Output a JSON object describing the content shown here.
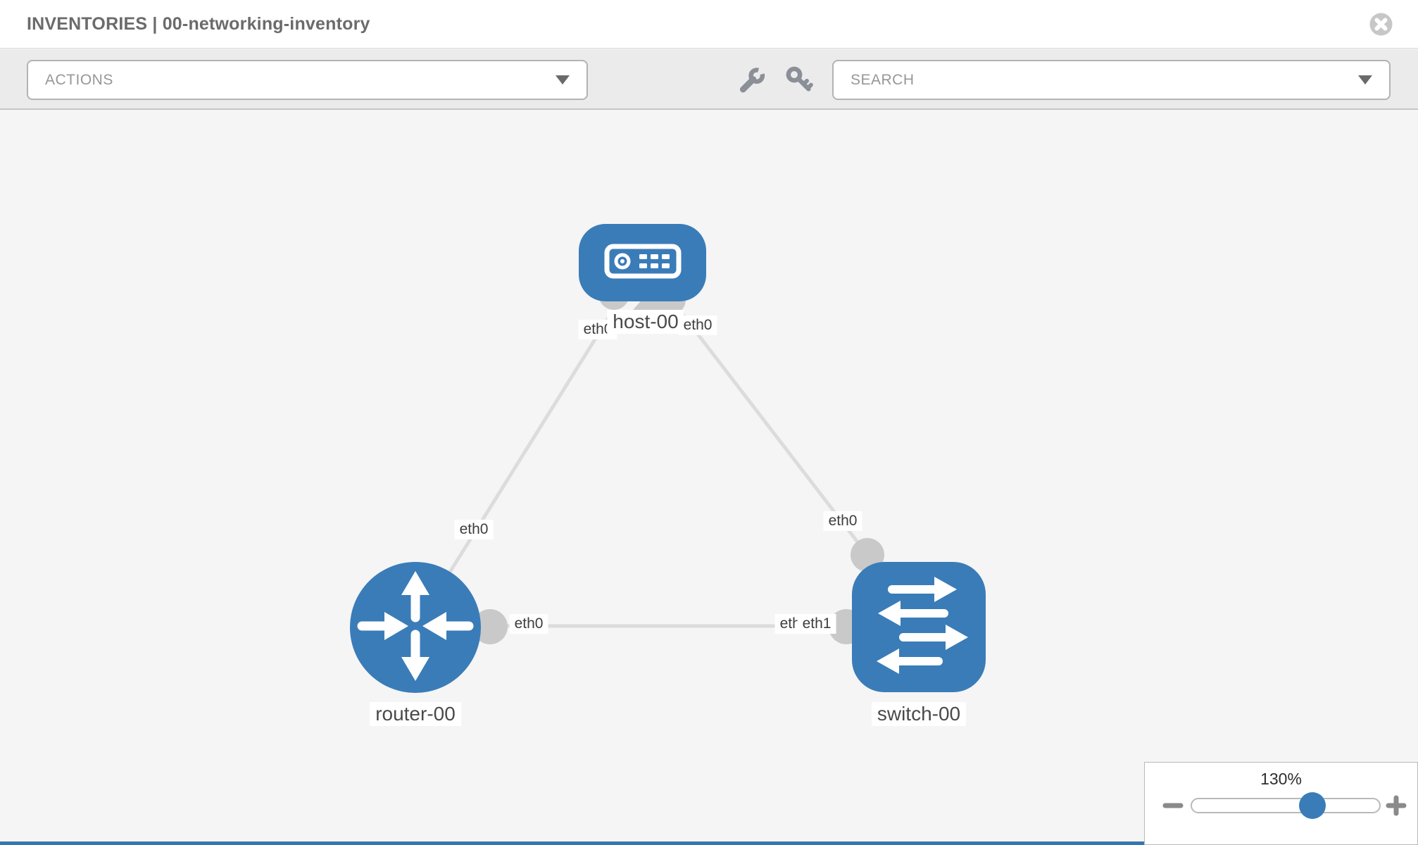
{
  "header": {
    "title": "INVENTORIES | 00-networking-inventory"
  },
  "toolbar": {
    "actions_label": "ACTIONS",
    "search_label": "SEARCH"
  },
  "diagram": {
    "nodes": {
      "host": {
        "label": "host-00",
        "type": "host",
        "icon": "server-icon"
      },
      "router": {
        "label": "router-00",
        "type": "router",
        "icon": "router-arrows-icon"
      },
      "switch": {
        "label": "switch-00",
        "type": "switch",
        "icon": "switch-arrows-icon"
      }
    },
    "links": [
      {
        "from": "host-00",
        "to": "router-00",
        "from_interface": "eth0",
        "to_interface": "eth0"
      },
      {
        "from": "host-00",
        "to": "switch-00",
        "from_interface": "eth0",
        "to_interface": "eth0"
      },
      {
        "from": "router-00",
        "to": "switch-00",
        "from_interface": "eth0",
        "to_interface": "eth1"
      }
    ],
    "edge_labels": {
      "host_left": "eth0",
      "host_right": "eth0",
      "router_top": "eth0",
      "switch_top": "eth0",
      "router_right": "eth0",
      "switch_left_back": "eth0",
      "switch_left_front": "eth1"
    }
  },
  "zoom_control": {
    "value": "130%"
  },
  "colors": {
    "node_blue": "#3a7cb8",
    "link_gray": "#dcdcdc",
    "interface_dot_gray": "#c9c9c9",
    "toolbar_bg": "#ebebeb",
    "canvas_bg": "#f5f5f5",
    "bottom_bar_blue": "#3576b2"
  }
}
